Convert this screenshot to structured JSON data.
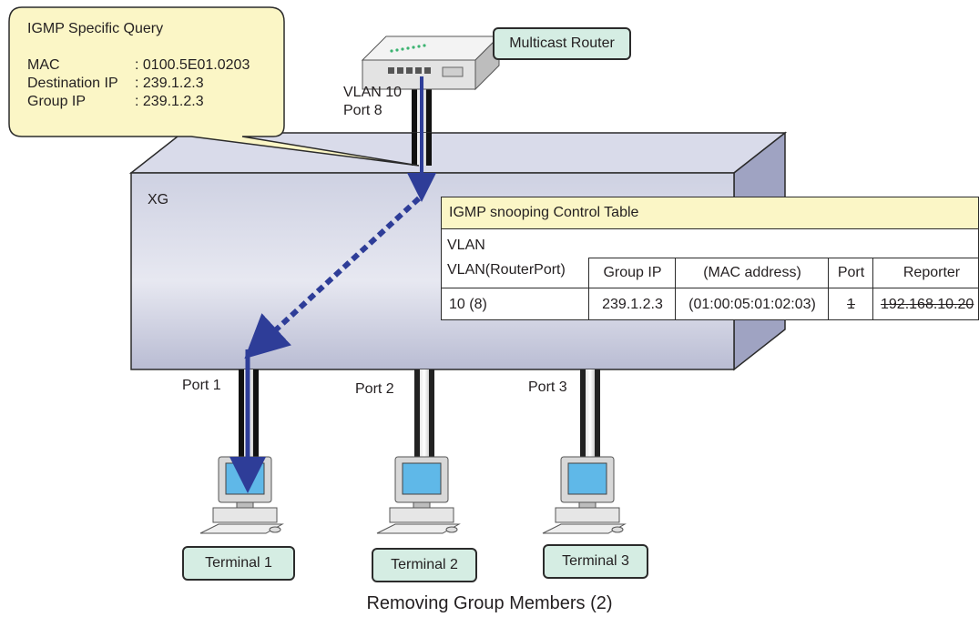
{
  "callout": {
    "title": "IGMP Specific Query",
    "rows": [
      {
        "key": "MAC",
        "value": ": 0100.5E01.0203"
      },
      {
        "key": "Destination IP",
        "value": ": 239.1.2.3"
      },
      {
        "key": "Group IP",
        "value": ": 239.1.2.3"
      }
    ]
  },
  "router": {
    "label": "Multicast Router",
    "vlan": "VLAN 10",
    "port": "Port 8"
  },
  "switch": {
    "label": "XG"
  },
  "ports": [
    "Port 1",
    "Port 2",
    "Port 3"
  ],
  "terminals": [
    "Terminal 1",
    "Terminal 2",
    "Terminal 3"
  ],
  "table": {
    "title": "IGMP snooping Control Table",
    "vlan_label": "VLAN",
    "headers": {
      "vlan_router_port": "VLAN(RouterPort)",
      "group_ip": "Group IP",
      "mac": "(MAC address)",
      "port": "Port",
      "reporter": "Reporter"
    },
    "row": {
      "vlan": "10 (8)",
      "group_ip": "239.1.2.3",
      "mac": "(01:00:05:01:02:03)",
      "port": "1",
      "reporter": "192.168.10.20"
    }
  },
  "caption": "Removing Group Members (2)",
  "colors": {
    "callout_fill": "#fbf6c6",
    "switch_top": "#d9dbea",
    "switch_front": "#c4c7dc",
    "switch_side": "#9fa3c2",
    "label_fill": "#d5ede3",
    "arrow": "#2e3d98"
  },
  "icons": [
    "router-icon",
    "computer-icon"
  ]
}
